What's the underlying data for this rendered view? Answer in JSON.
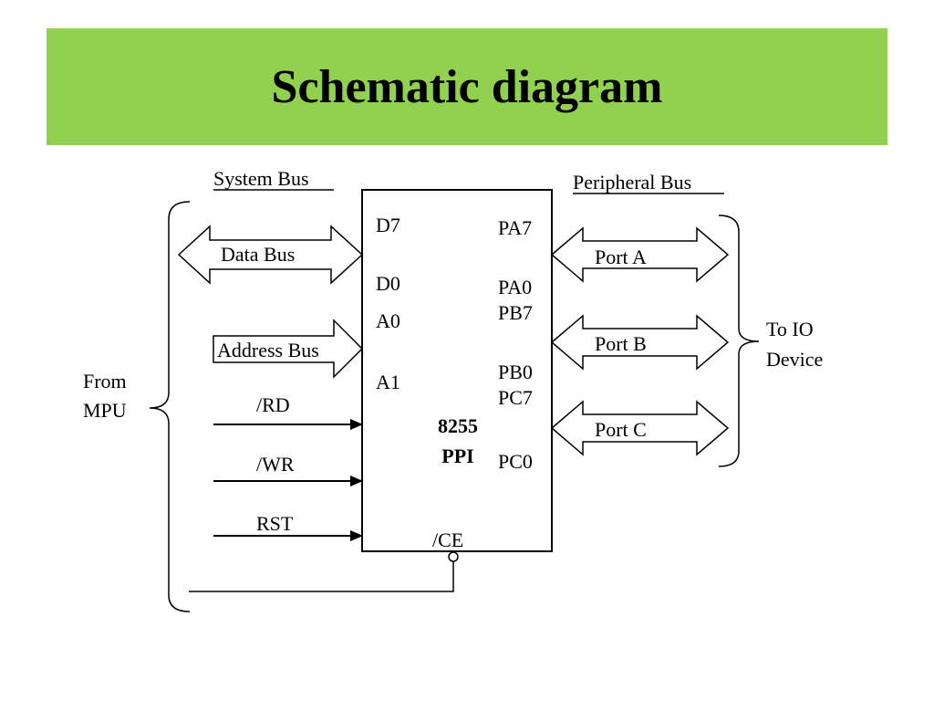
{
  "title": "Schematic diagram",
  "colors": {
    "banner": "#92d050",
    "ink": "#000000"
  },
  "headings": {
    "system_bus": "System Bus",
    "peripheral_bus": "Peripheral Bus"
  },
  "chip": {
    "name": "8255",
    "type": "PPI"
  },
  "chip_pins": {
    "left": [
      "D7",
      "D0",
      "A0",
      "A1"
    ],
    "right": [
      "PA7",
      "PA0",
      "PB7",
      "PB0",
      "PC7",
      "PC0"
    ],
    "bottom": "/CE"
  },
  "buses": {
    "data": "Data Bus",
    "address": "Address Bus"
  },
  "control_lines": [
    "/RD",
    "/WR",
    "RST"
  ],
  "ports": [
    "Port A",
    "Port B",
    "Port C"
  ],
  "from_mpu": [
    "From",
    "MPU"
  ],
  "to_io": [
    "To IO",
    "Device"
  ]
}
